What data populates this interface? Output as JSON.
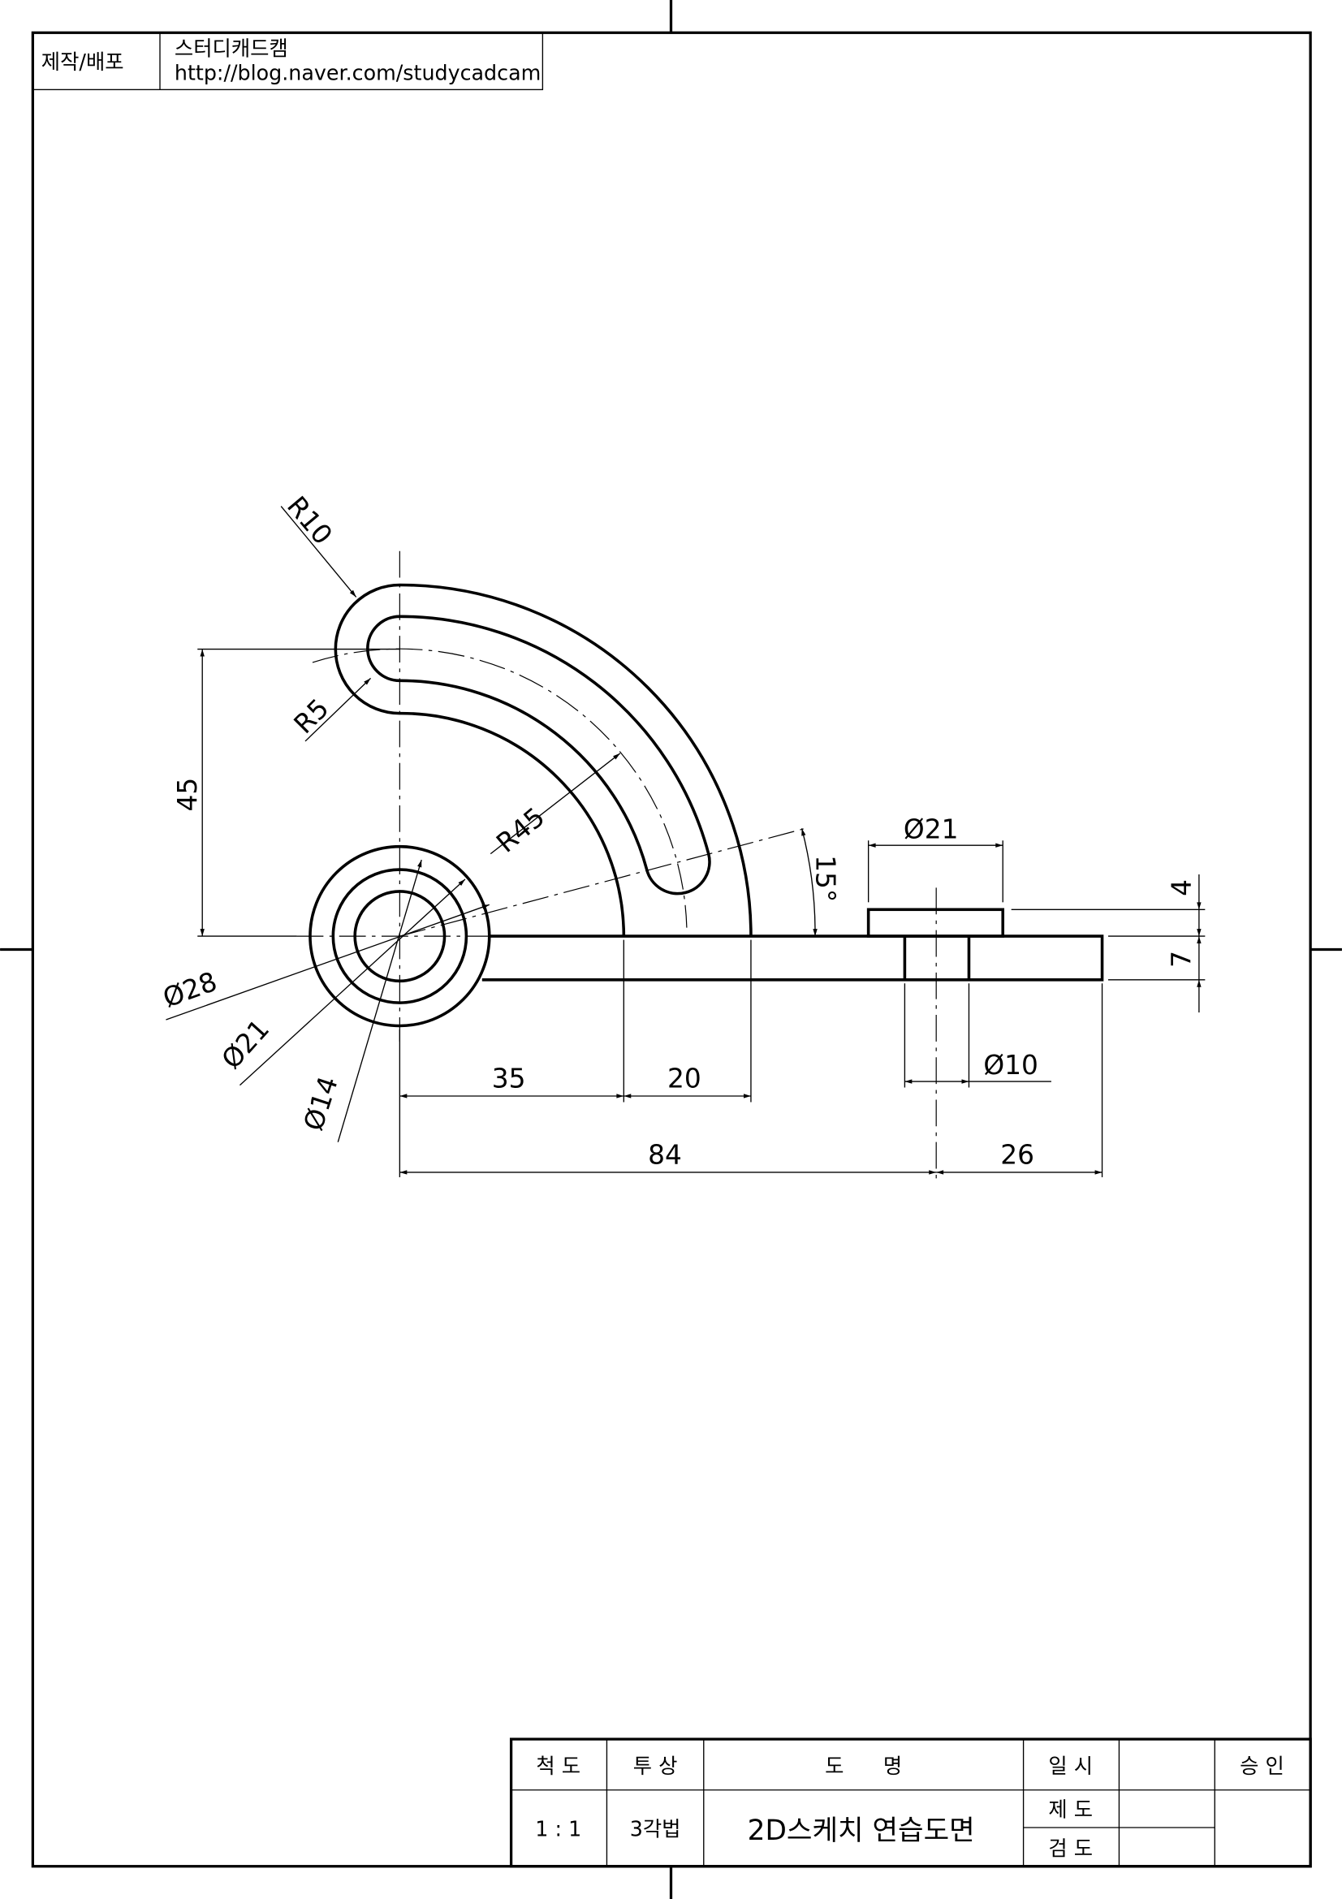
{
  "header_box": {
    "label": "제작/배포",
    "author": "스터디캐드캠",
    "url": "http://blog.naver.com/studycadcam"
  },
  "dimensions": {
    "r10": "R10",
    "r5": "R5",
    "r45": "R45",
    "v45": "45",
    "angle15": "15°",
    "d28": "Ø28",
    "d21_circle": "Ø21",
    "d14": "Ø14",
    "d21_boss": "Ø21",
    "d10": "Ø10",
    "h4": "4",
    "h7": "7",
    "l35": "35",
    "l20": "20",
    "l84": "84",
    "l26": "26"
  },
  "title_block": {
    "scale_label": "척 도",
    "projection_label": "투 상",
    "name_label": "도      명",
    "date_label": "일 시",
    "approval_label": "승 인",
    "scale_value": "1 : 1",
    "projection_value": "3각법",
    "drawing_name": "2D스케치 연습도면",
    "drafter_label": "제 도",
    "checker_label": "검 도"
  }
}
